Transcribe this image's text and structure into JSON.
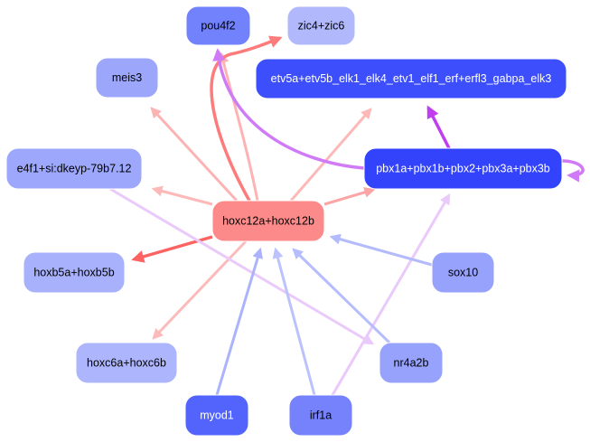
{
  "graph": {
    "title": "",
    "nodes": [
      {
        "id": "pou4f2",
        "label": "pou4f2",
        "fill": "#7281fc",
        "text_color": "#000000"
      },
      {
        "id": "zic4_zic6",
        "label": "zic4+zic6",
        "fill": "#b1b9fc",
        "text_color": "#000000"
      },
      {
        "id": "meis3",
        "label": "meis3",
        "fill": "#9ca7fc",
        "text_color": "#000000"
      },
      {
        "id": "etv5a",
        "label": "etv5a+etv5b_elk1_elk4_etv1_elf1_erf+erfl3_gabpa_elk3",
        "fill": "#3d4ffc",
        "text_color": "#ffffff"
      },
      {
        "id": "e4f1",
        "label": "e4f1+si:dkeyp-79b7.12",
        "fill": "#9da7fc",
        "text_color": "#000000"
      },
      {
        "id": "pbx",
        "label": "pbx1a+pbx1b+pbx2+pbx3a+pbx3b",
        "fill": "#3343fc",
        "text_color": "#ffffff"
      },
      {
        "id": "hoxc12",
        "label": "hoxc12a+hoxc12b",
        "fill": "#fd8a8a",
        "text_color": "#000000"
      },
      {
        "id": "hoxb5",
        "label": "hoxb5a+hoxb5b",
        "fill": "#a8b1fc",
        "text_color": "#000000"
      },
      {
        "id": "sox10",
        "label": "sox10",
        "fill": "#97a2fc",
        "text_color": "#000000"
      },
      {
        "id": "hoxc6",
        "label": "hoxc6a+hoxc6b",
        "fill": "#adb6fc",
        "text_color": "#000000"
      },
      {
        "id": "nr4a2b",
        "label": "nr4a2b",
        "fill": "#97a2fc",
        "text_color": "#000000"
      },
      {
        "id": "myod1",
        "label": "myod1",
        "fill": "#5364fc",
        "text_color": "#ffffff"
      },
      {
        "id": "irf1a",
        "label": "irf1a",
        "fill": "#7582fc",
        "text_color": "#000000"
      }
    ],
    "edges": [
      {
        "from": "hoxc12",
        "to": "pou4f2",
        "color": "#fdb3b3"
      },
      {
        "from": "hoxc12",
        "to": "zic4_zic6",
        "color": "#fd7b7b"
      },
      {
        "from": "hoxc12",
        "to": "meis3",
        "color": "#fdb3b3"
      },
      {
        "from": "hoxc12",
        "to": "etv5a",
        "color": "#fdb8b8"
      },
      {
        "from": "hoxc12",
        "to": "e4f1",
        "color": "#fdb8b8"
      },
      {
        "from": "hoxc12",
        "to": "pbx",
        "color": "#fda5a5"
      },
      {
        "from": "hoxc12",
        "to": "hoxb5",
        "color": "#fc6464"
      },
      {
        "from": "hoxc12",
        "to": "hoxc6",
        "color": "#fdbaba"
      },
      {
        "from": "pbx",
        "to": "etv5a",
        "color": "#c03df0"
      },
      {
        "from": "pbx",
        "to": "pou4f2",
        "color": "#d07af7"
      },
      {
        "from": "pbx",
        "to": "pbx",
        "color": "#d07af7"
      },
      {
        "from": "e4f1",
        "to": "nr4a2b",
        "color": "#eac9fb"
      },
      {
        "from": "irf1a",
        "to": "pbx",
        "color": "#eac9fb"
      },
      {
        "from": "sox10",
        "to": "hoxc12",
        "color": "#b3bbfc"
      },
      {
        "from": "nr4a2b",
        "to": "hoxc12",
        "color": "#b6bdfc"
      },
      {
        "from": "myod1",
        "to": "hoxc12",
        "color": "#abb3fc"
      },
      {
        "from": "irf1a",
        "to": "hoxc12",
        "color": "#bbc2fc"
      }
    ]
  }
}
